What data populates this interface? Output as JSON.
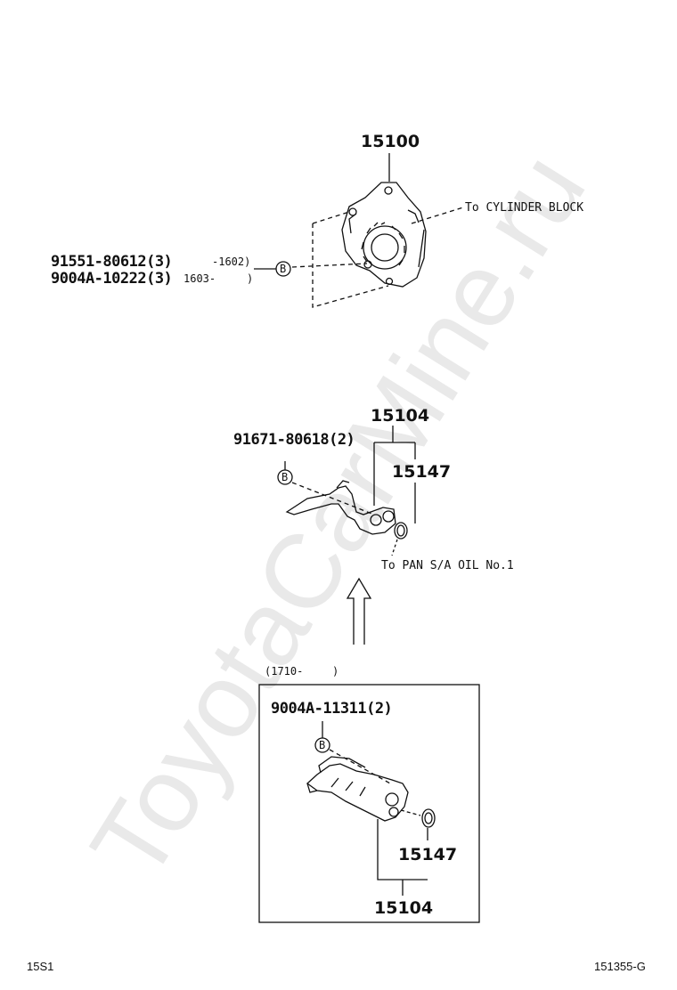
{
  "watermark": "ToyotaCarMine.ru",
  "top_group": {
    "part_main": "15100",
    "to_cylinder_block": "To CYLINDER BLOCK",
    "bolt_a": "91551-80612(3)",
    "bolt_a_range": "-1602)",
    "bolt_b": "9004A-10222(3)",
    "bolt_b_range": "1603-",
    "bolt_b_close": ")",
    "marker": "B"
  },
  "middle_group": {
    "bolt": "91671-80618(2)",
    "part_strainer": "15104",
    "part_gasket": "15147",
    "to_pan": "To PAN S/A OIL No.1",
    "marker": "B"
  },
  "bottom_group": {
    "range_open": "(1710-",
    "range_close": ")",
    "bolt": "9004A-11311(2)",
    "part_gasket": "15147",
    "part_strainer": "15104",
    "marker": "B"
  },
  "footer": {
    "left_code": "15S1",
    "right_code": "151355-G"
  }
}
